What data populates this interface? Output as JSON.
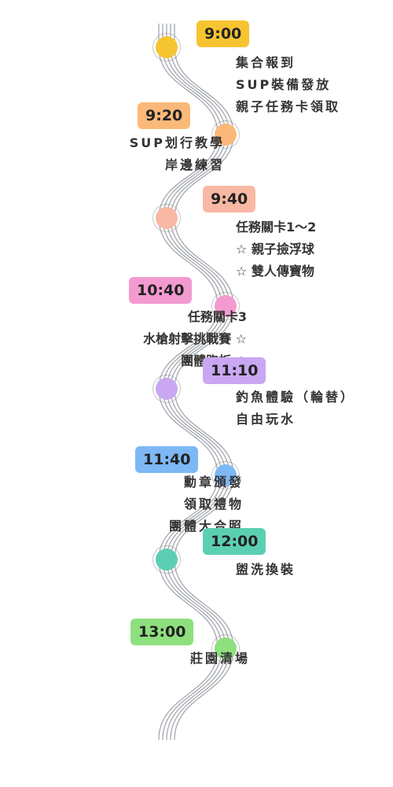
{
  "stops": [
    {
      "time": "9:00",
      "color": "#F7C431",
      "lines": [
        "集合報到",
        "SUP裝備發放",
        "親子任務卡領取"
      ]
    },
    {
      "time": "9:20",
      "color": "#FBB979",
      "lines": [
        "SUP划行教學",
        "岸邊練習"
      ]
    },
    {
      "time": "9:40",
      "color": "#F8B8A4",
      "lines": [
        "任務關卡1～2",
        "☆ 親子撿浮球",
        "☆ 雙人傳寶物"
      ]
    },
    {
      "time": "10:40",
      "color": "#F39BD1",
      "lines": [
        "任務關卡3",
        "水槍射擊挑戰賽 ☆",
        "團體跑板 ☆"
      ]
    },
    {
      "time": "11:10",
      "color": "#C9A7F2",
      "lines": [
        "釣魚體驗（輪替）",
        "自由玩水"
      ]
    },
    {
      "time": "11:40",
      "color": "#7DB8F5",
      "lines": [
        "勳章頒發",
        "領取禮物",
        "團體大合照"
      ]
    },
    {
      "time": "12:00",
      "color": "#5CCFB3",
      "lines": [
        "盥洗換裝"
      ]
    },
    {
      "time": "13:00",
      "color": "#8EE07F",
      "lines": [
        "莊園清場"
      ]
    }
  ]
}
